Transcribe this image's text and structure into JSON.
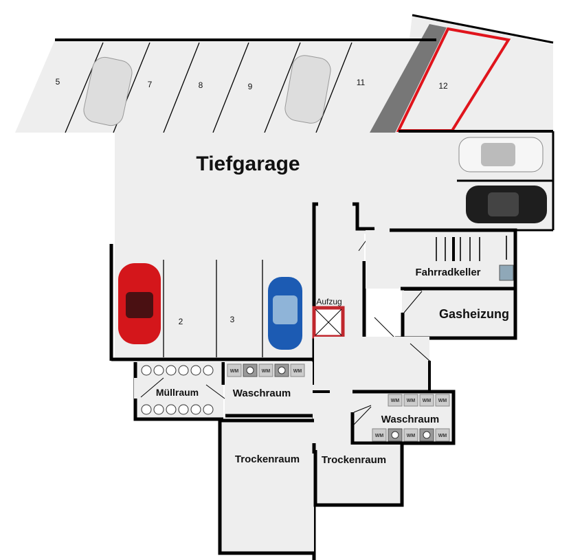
{
  "title": "Tiefgarage",
  "spots_top": [
    "5",
    "7",
    "8",
    "9",
    "11",
    "12"
  ],
  "spots_bottom": [
    "2",
    "3"
  ],
  "rooms": {
    "elevator": "Aufzug",
    "bike_cellar": "Fahrradkeller",
    "gas_heating": "Gasheizung",
    "waste_room": "Müllraum",
    "laundry_1": "Waschraum",
    "laundry_2": "Waschraum",
    "drying_1": "Trockenraum",
    "drying_2": "Trockenraum"
  },
  "wm_label": "WM",
  "colors": {
    "floor": "#eeeeee",
    "wall": "#000000",
    "highlight": "#e0141c",
    "elevator": "#c0272d"
  }
}
